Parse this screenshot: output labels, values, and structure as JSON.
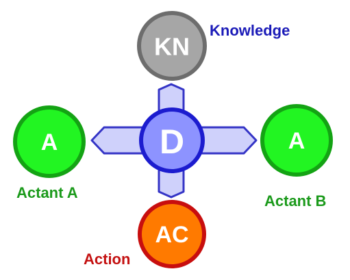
{
  "nodes": {
    "center": {
      "text": "D",
      "fill": "#8d93ff",
      "stroke": "#1c1ccf"
    },
    "knowledge": {
      "text": "KN",
      "label": "Knowledge",
      "fill": "#a6a6a6",
      "stroke": "#6d6d6d",
      "label_color": "#1b1bb8"
    },
    "actant_a": {
      "text": "A",
      "label": "Actant A",
      "fill": "#22f522",
      "stroke": "#14a314",
      "label_color": "#1b9a1b"
    },
    "actant_b": {
      "text": "A",
      "label": "Actant B",
      "fill": "#22f522",
      "stroke": "#14a314",
      "label_color": "#1b9a1b"
    },
    "action": {
      "text": "AC",
      "label": "Action",
      "fill": "#ff7a00",
      "stroke": "#c80e0e",
      "label_color": "#c41111"
    }
  },
  "connector": {
    "fill": "#cfd1fb",
    "stroke": "#3434c6"
  }
}
